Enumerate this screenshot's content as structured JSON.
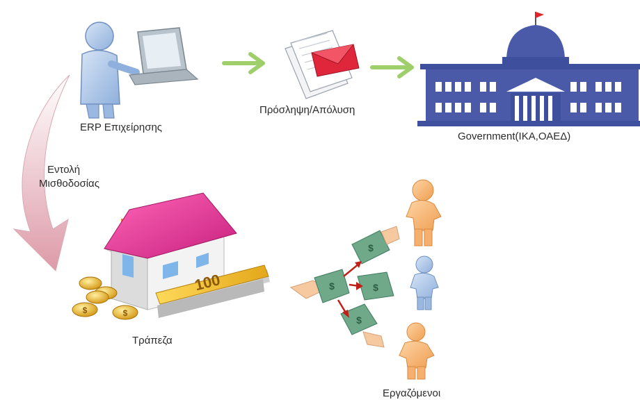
{
  "labels": {
    "erp": "ERP Επιχείρησης",
    "hire_fire": "Πρόσληψη/Απόλυση",
    "government": "Government(ΙΚΑ,ΟΑΕΔ)",
    "payroll_line1": "Εντολή",
    "payroll_line2": "Μισθοδοσίας",
    "bank": "Τράπεζα",
    "employees": "Εργαζόμενοι"
  },
  "banknote_text": "100",
  "icons": {
    "erp": "person-at-laptop-icon",
    "document": "document-with-envelope-icon",
    "government": "government-building-icon",
    "bank": "house-with-money-icon",
    "cash": "hands-with-dollar-bills-icon",
    "employee": "person-figure-icon"
  },
  "colors": {
    "flow_arrow": "#9ecf6a",
    "payroll_arrow": "#e8b8c0",
    "building": "#4a5aa8",
    "roof": "#e0399a",
    "coin": "#e0a818",
    "banknote": "#f2c13a",
    "cash_note": "#6fa98a",
    "employee_orange": "#f5b070",
    "employee_blue": "#9ab8e0",
    "small_arrow": "#c0201a"
  }
}
